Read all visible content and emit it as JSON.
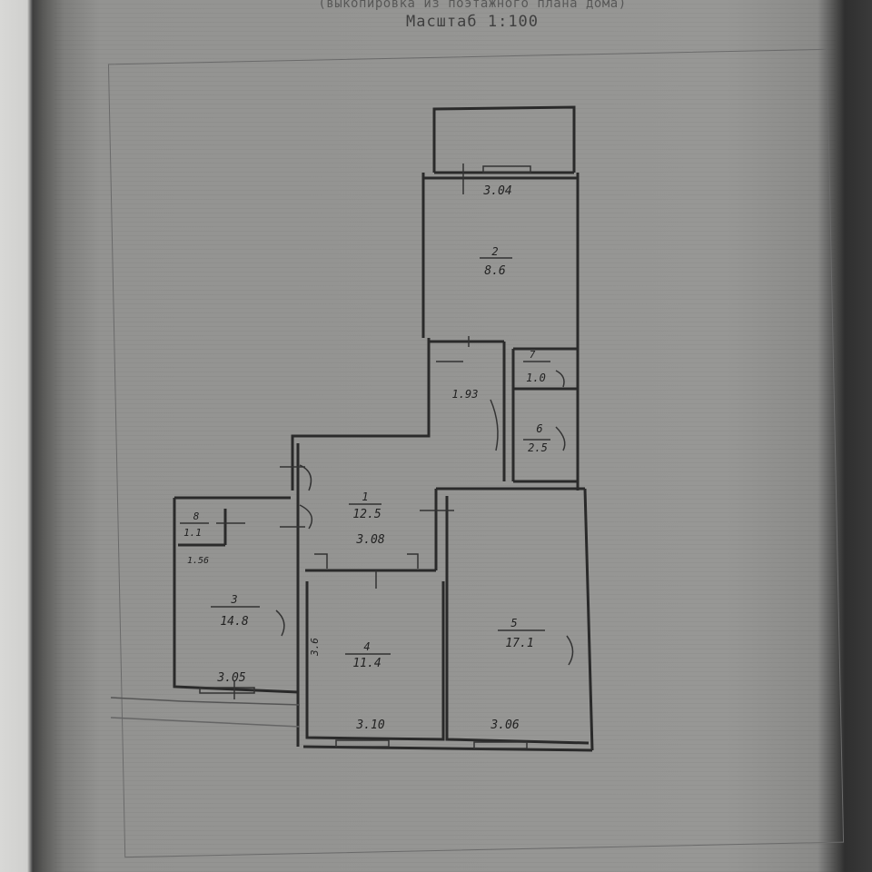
{
  "header": {
    "subtitle": "(выкопировка из поэтажного плана дома)",
    "scale": "Масштаб 1:100"
  },
  "rooms": [
    {
      "number": "1",
      "area": "12.5"
    },
    {
      "number": "2",
      "area": "8.6"
    },
    {
      "number": "3",
      "area": "14.8"
    },
    {
      "number": "4",
      "area": "11.4"
    },
    {
      "number": "5",
      "area": "17.1"
    },
    {
      "number": "6",
      "area": "2.5"
    },
    {
      "number": "7",
      "area": "1.0"
    },
    {
      "number": "8",
      "area": "1.1"
    }
  ],
  "dimensions": {
    "top_balcony": "3.04",
    "hall_width": "3.08",
    "room3_bottom": "3.05",
    "room4_bottom": "3.10",
    "room5_bottom": "3.06",
    "corridor": "1.93",
    "left_small": "1.56",
    "room4_side": "3.6"
  }
}
